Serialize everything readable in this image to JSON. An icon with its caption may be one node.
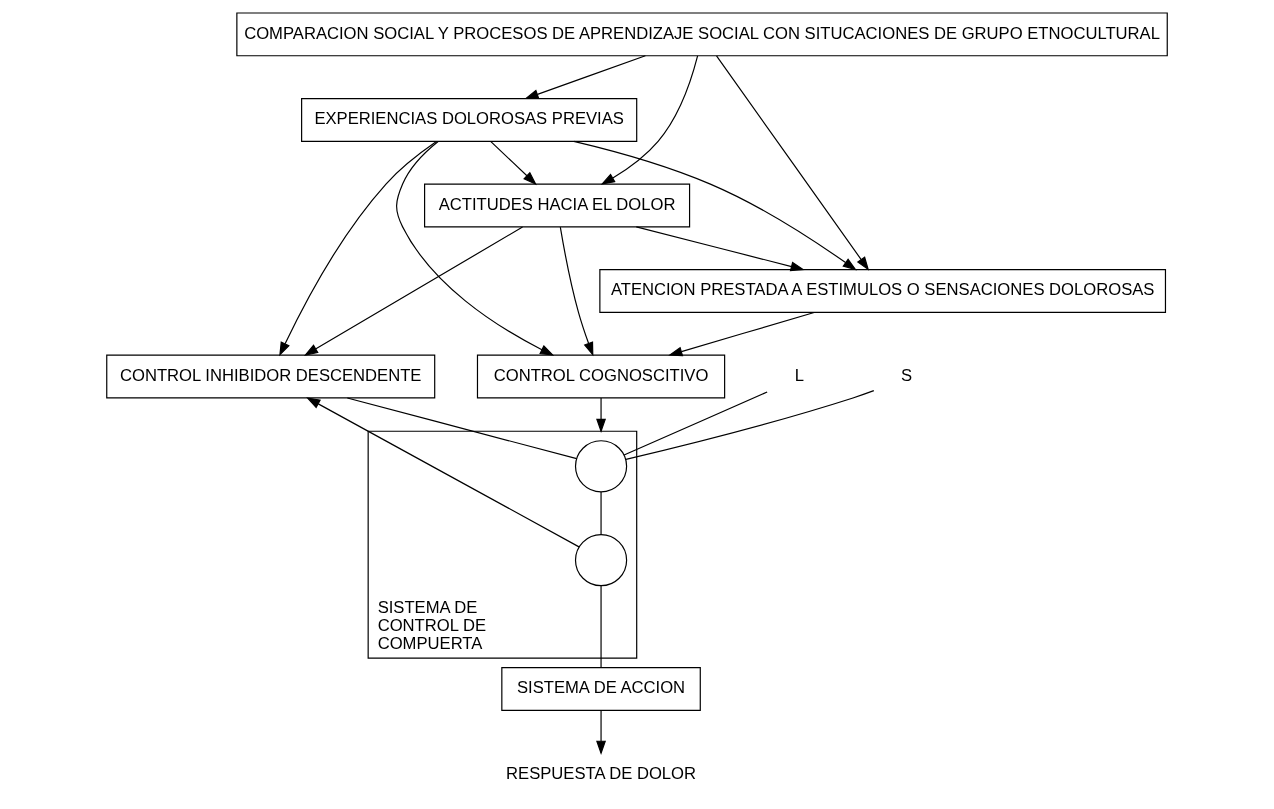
{
  "diagram": {
    "nodes": [
      {
        "text": [
          "COMPARACION SOCIAL Y PROCESOS DE APRENDIZAJE SOCIAL CON SITUCACIONES DE GRUPO ETNOCULTURAL"
        ]
      },
      {
        "text": [
          "ACTITUDES HACIA EL DOLOR"
        ]
      },
      {
        "text": [
          "EXPERIENCIAS DOLOROSAS PREVIAS"
        ]
      },
      {
        "text": [
          "ATENCION PRESTADA A ESTIMULOS O SENSACIONES DOLOROSAS"
        ]
      },
      {
        "text": [
          "CONTROL COGNOSCITIVO"
        ]
      },
      {
        "text": [
          "CONTROL INHIBIDOR DESCENDENTE"
        ]
      },
      {
        "text": [
          "SISTEMA DE CONTROL DE COMPUERTA"
        ]
      },
      {
        "text": [
          "SISTEMA DE ACCION"
        ]
      },
      {
        "text": [
          "RESPUESTA DE DOLOR"
        ]
      },
      {
        "text": [
          "L"
        ]
      },
      {
        "text": [
          "S"
        ]
      },
      {
        "text": [],
        "shape": "circle",
        "in": 6
      },
      {
        "text": [],
        "shape": "circle",
        "in": 6
      }
    ],
    "edges": [
      {
        "from": 0,
        "to": 1,
        "arrow": "to"
      },
      {
        "from": 0,
        "to": 3,
        "arrow": "to"
      },
      {
        "from": 0,
        "to": 2,
        "arrow": "to"
      },
      {
        "from": 2,
        "to": 1,
        "arrow": "to"
      },
      {
        "from": 2,
        "to": 3,
        "arrow": "to"
      },
      {
        "from": 1,
        "to": 3,
        "arrow": "to"
      },
      {
        "from": 3,
        "to": 4,
        "arrow": "to"
      },
      {
        "from": 1,
        "to": 4,
        "arrow": "to"
      },
      {
        "from": 1,
        "to": 5,
        "arrow": "to"
      },
      {
        "from": 2,
        "to": 4,
        "arrow": "to"
      },
      {
        "from": 2,
        "to": 5,
        "arrow": "to"
      },
      {
        "from": 4,
        "to": 6,
        "arrow": "to"
      },
      {
        "from": 9,
        "to": 11,
        "arrow": "none"
      },
      {
        "from": 10,
        "to": 11,
        "arrow": "none"
      },
      {
        "from": 5,
        "to": 11,
        "arrow": "none"
      },
      {
        "from": 11,
        "to": 12,
        "arrow": "none"
      },
      {
        "from": 12,
        "to": 5,
        "arrow": "to"
      },
      {
        "from": 12,
        "to": 7,
        "arrow": "none"
      },
      {
        "from": 7,
        "to": 8,
        "arrow": "to"
      }
    ]
  }
}
